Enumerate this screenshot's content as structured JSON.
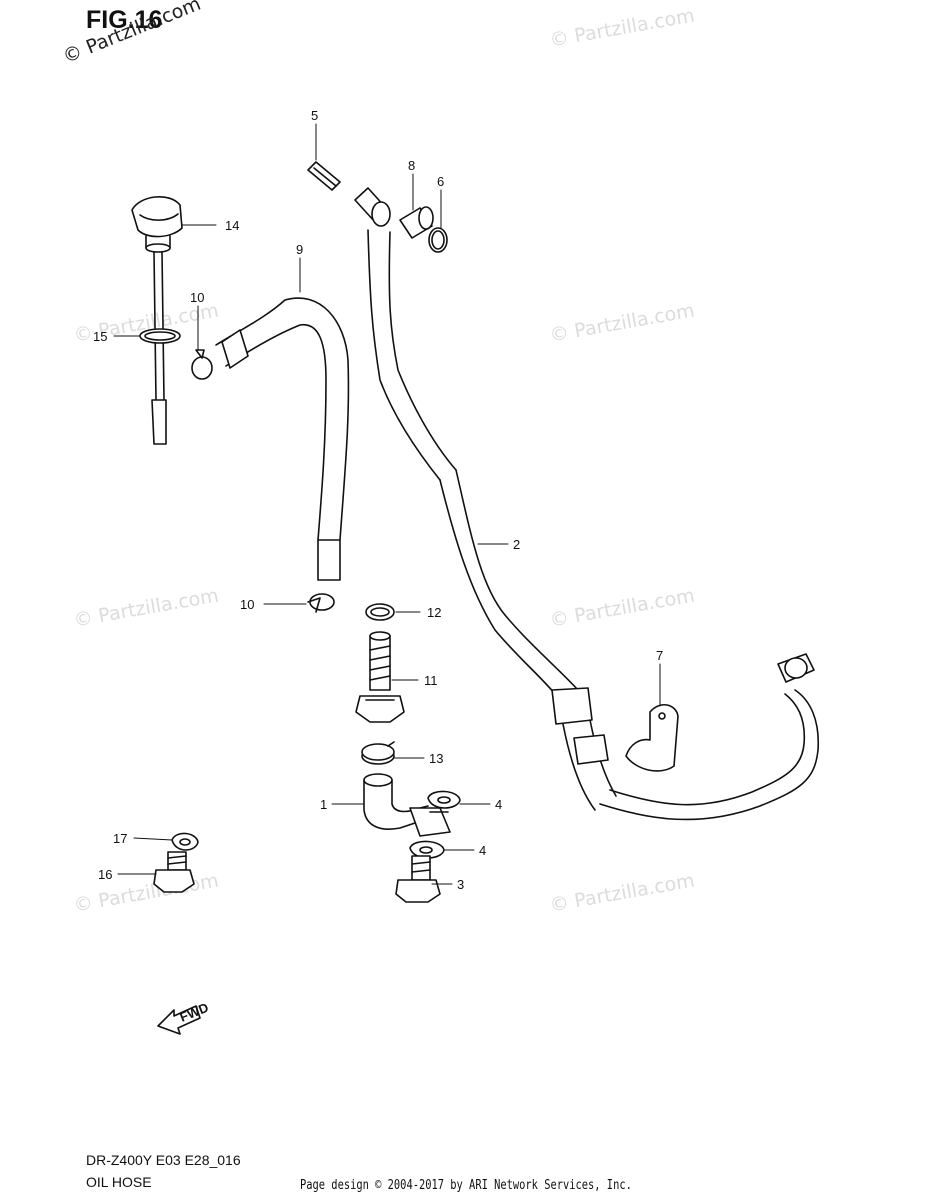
{
  "figure": {
    "title": "FIG.16",
    "model_code": "DR-Z400Y E03 E28_016",
    "section_name": "OIL HOSE",
    "footer_credit": "Page design © 2004-2017 by ARI Network Services, Inc."
  },
  "watermark": {
    "text": "© Partzilla.com",
    "color": "#dcdcdc"
  },
  "callouts": [
    {
      "id": "callout-5",
      "number": "5"
    },
    {
      "id": "callout-8",
      "number": "8"
    },
    {
      "id": "callout-6",
      "number": "6"
    },
    {
      "id": "callout-14",
      "number": "14"
    },
    {
      "id": "callout-9",
      "number": "9"
    },
    {
      "id": "callout-10-top",
      "number": "10"
    },
    {
      "id": "callout-15",
      "number": "15"
    },
    {
      "id": "callout-2",
      "number": "2"
    },
    {
      "id": "callout-10-bottom",
      "number": "10"
    },
    {
      "id": "callout-12",
      "number": "12"
    },
    {
      "id": "callout-7",
      "number": "7"
    },
    {
      "id": "callout-11",
      "number": "11"
    },
    {
      "id": "callout-13",
      "number": "13"
    },
    {
      "id": "callout-1",
      "number": "1"
    },
    {
      "id": "callout-4-upper",
      "number": "4"
    },
    {
      "id": "callout-17",
      "number": "17"
    },
    {
      "id": "callout-4-lower",
      "number": "4"
    },
    {
      "id": "callout-16",
      "number": "16"
    },
    {
      "id": "callout-3",
      "number": "3"
    }
  ],
  "fwd_label": "FWD"
}
